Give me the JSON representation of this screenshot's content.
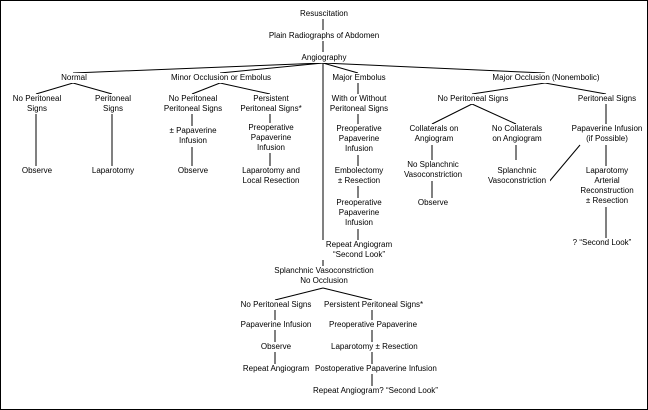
{
  "nodes": {
    "resuscitation": "Resuscitation",
    "plain_radiographs": "Plain Radiographs of Abdomen",
    "angiography": "Angiography",
    "normal": "Normal",
    "normal_no_signs": "No Peritoneal\nSigns",
    "normal_observe": "Observe",
    "normal_signs": "Peritoneal\nSigns",
    "normal_laparotomy": "Laparotomy",
    "minor": "Minor Occlusion or Embolus",
    "minor_no_signs": "No Peritoneal\nPeritoneal Signs",
    "minor_papaverine": "± Papaverine\nInfusion",
    "minor_observe": "Observe",
    "minor_persistent": "Persistent\nPeritoneal Signs*",
    "minor_preop": "Preoperative\nPapaverine\nInfusion",
    "minor_laparotomy": "Laparotomy and\nLocal Resection",
    "major_embolus": "Major Embolus",
    "emb_with_without": "With or Without\nPeritoneal Signs",
    "emb_preop1": "Preoperative\nPapaverine\nInfusion",
    "emb_embolectomy": "Embolectomy\n± Resection",
    "emb_preop2": "Preoperative\nPapaverine\nInfusion",
    "emb_repeat": "Repeat Angiogram\n“Second Look”",
    "major_occlusion": "Major Occlusion (Nonembolic)",
    "occ_no_signs": "No Peritoneal Signs",
    "occ_collaterals": "Collaterals on\nAngiogram",
    "occ_no_vaso": "No Splanchnic\nVasoconstriction",
    "occ_observe": "Observe",
    "occ_no_collaterals": "No Collaterals\non Angiogram",
    "occ_splanchnic": "Splanchnic\nVasoconstriction",
    "occ_signs": "Peritoneal Signs",
    "occ_papaverine": "Papaverine Infusion\n(if Possible)",
    "occ_laparotomy": "Laparotomy\nArterial\nReconstruction\n± Resection",
    "occ_second_look": "? “Second Look”",
    "vaso": "Splanchnic Vasoconstriction\nNo Occlusion",
    "vaso_no_signs": "No Peritoneal Signs",
    "vaso_papaverine": "Papaverine Infusion",
    "vaso_observe": "Observe",
    "vaso_repeat": "Repeat Angiogram",
    "vaso_persistent": "Persistent Peritoneal Signs*",
    "vaso_preop": "Preoperative Papaverine",
    "vaso_laparotomy": "Laparotomy ± Resection",
    "vaso_postop": "Postoperative Papaverine Infusion",
    "vaso_repeat_second": "Repeat Angiogram? “Second Look”"
  }
}
